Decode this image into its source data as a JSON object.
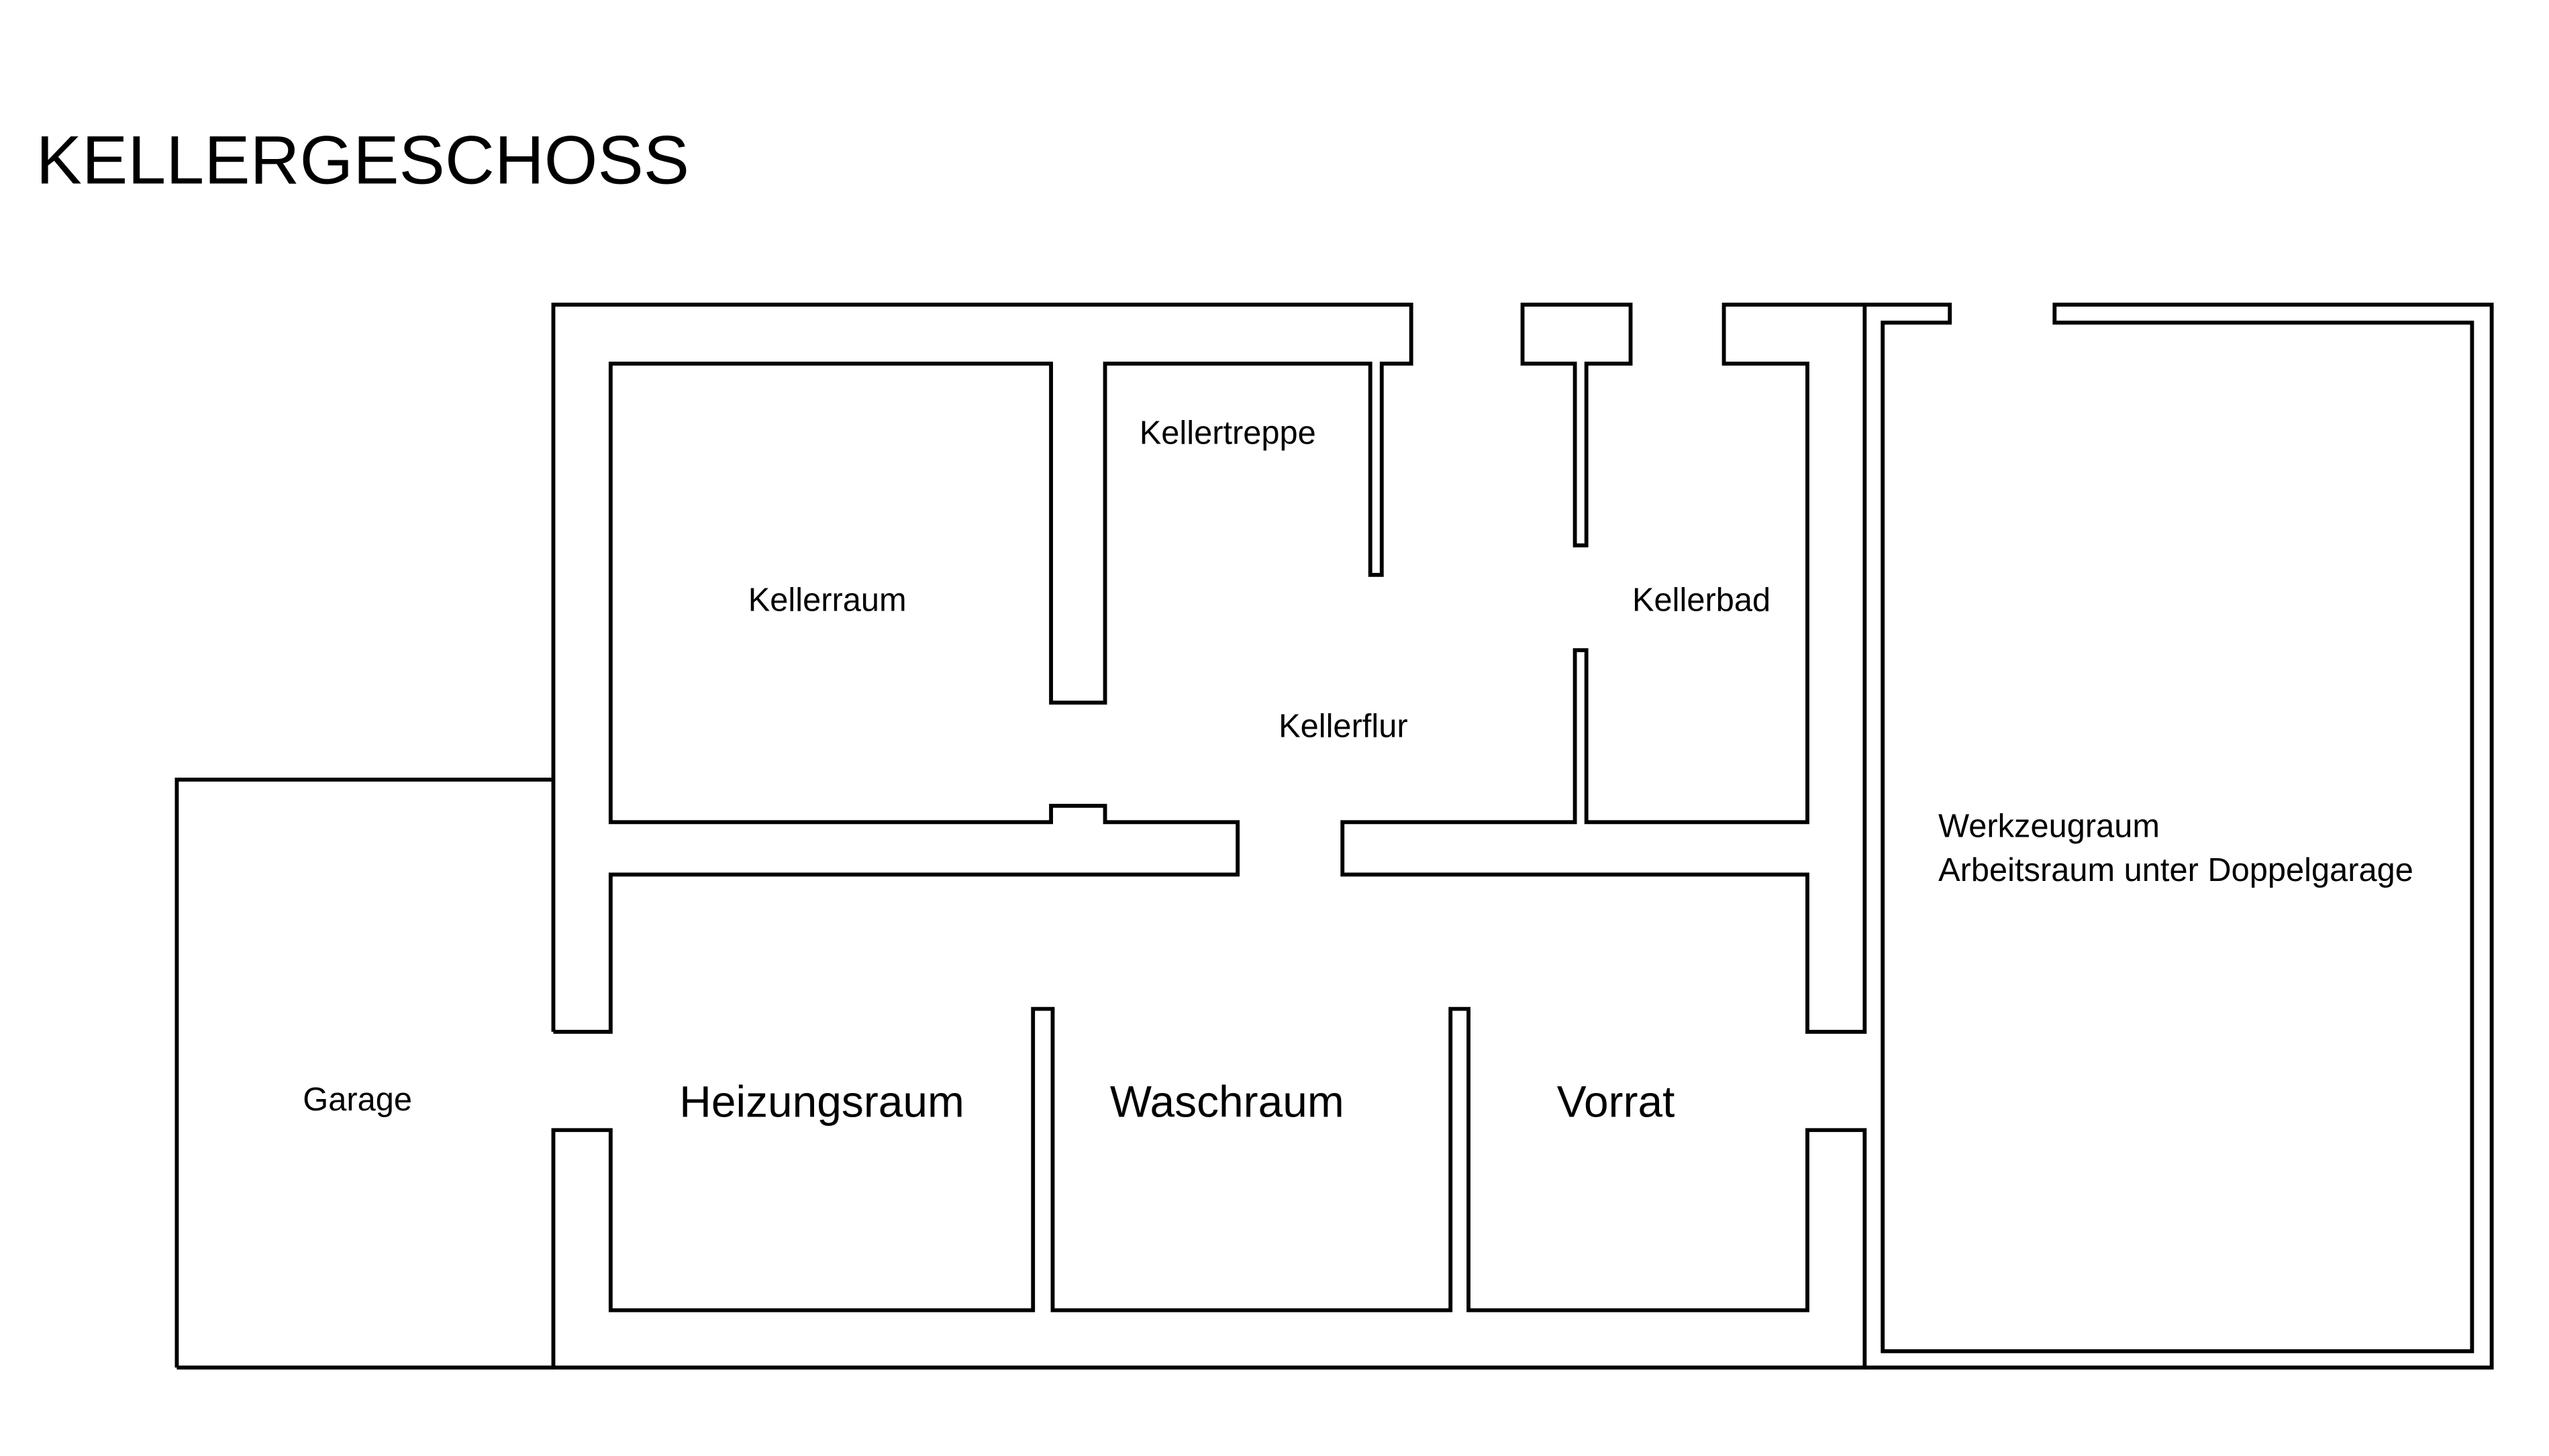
{
  "title": "KELLERGESCHOSS",
  "rooms": {
    "kellertreppe": "Kellertreppe",
    "kellerraum": "Kellerraum",
    "kellerbad": "Kellerbad",
    "kellerflur": "Kellerflur",
    "werkzeugraum": "Werkzeugraum",
    "arbeitsraum": "Arbeitsraum unter Doppelgarage",
    "garage": "Garage",
    "heizungsraum": "Heizungsraum",
    "waschraum": "Waschraum",
    "vorrat": "Vorrat"
  },
  "colors": {
    "line": "#000000",
    "background": "#ffffff"
  }
}
